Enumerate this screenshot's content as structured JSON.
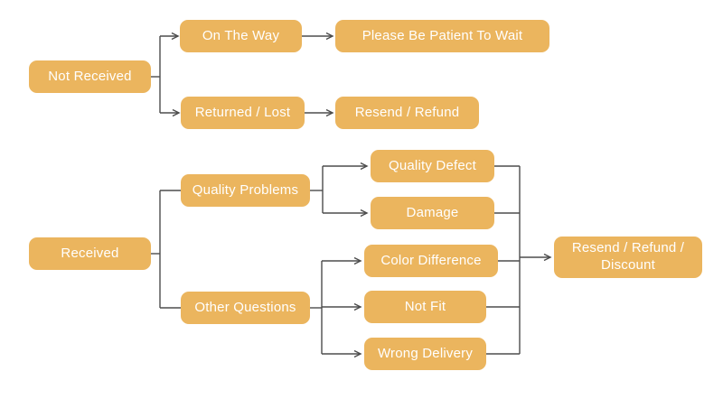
{
  "diagram": {
    "type": "flowchart",
    "colors": {
      "background": "#ffffff",
      "node_fill": "#ebb55e",
      "node_text": "#ffffff",
      "line": "#4d4d4d"
    },
    "nodes": {
      "not_received": {
        "label": "Not Received"
      },
      "on_the_way": {
        "label": "On The Way"
      },
      "please_be_patient": {
        "label": "Please Be Patient To Wait"
      },
      "returned_lost": {
        "label": "Returned / Lost"
      },
      "resend_refund": {
        "label": "Resend / Refund"
      },
      "received": {
        "label": "Received"
      },
      "quality_problems": {
        "label": "Quality Problems"
      },
      "quality_defect": {
        "label": "Quality Defect"
      },
      "damage": {
        "label": "Damage"
      },
      "other_questions": {
        "label": "Other Questions"
      },
      "color_difference": {
        "label": "Color Difference"
      },
      "not_fit": {
        "label": "Not Fit"
      },
      "wrong_delivery": {
        "label": "Wrong Delivery"
      },
      "resend_refund_discount": {
        "label": "Resend / Refund / Discount"
      }
    },
    "edges": [
      {
        "from": "not_received",
        "to": "on_the_way",
        "arrow": true
      },
      {
        "from": "not_received",
        "to": "returned_lost",
        "arrow": true
      },
      {
        "from": "on_the_way",
        "to": "please_be_patient",
        "arrow": true
      },
      {
        "from": "returned_lost",
        "to": "resend_refund",
        "arrow": true
      },
      {
        "from": "received",
        "to": "quality_problems",
        "arrow": false
      },
      {
        "from": "received",
        "to": "other_questions",
        "arrow": false
      },
      {
        "from": "quality_problems",
        "to": "quality_defect",
        "arrow": true
      },
      {
        "from": "quality_problems",
        "to": "damage",
        "arrow": true
      },
      {
        "from": "other_questions",
        "to": "color_difference",
        "arrow": true
      },
      {
        "from": "other_questions",
        "to": "not_fit",
        "arrow": true
      },
      {
        "from": "other_questions",
        "to": "wrong_delivery",
        "arrow": true
      },
      {
        "from": "quality_defect",
        "to": "resend_refund_discount",
        "arrow": true
      },
      {
        "from": "damage",
        "to": "resend_refund_discount",
        "arrow": true
      },
      {
        "from": "color_difference",
        "to": "resend_refund_discount",
        "arrow": true
      },
      {
        "from": "not_fit",
        "to": "resend_refund_discount",
        "arrow": true
      },
      {
        "from": "wrong_delivery",
        "to": "resend_refund_discount",
        "arrow": true
      }
    ]
  }
}
